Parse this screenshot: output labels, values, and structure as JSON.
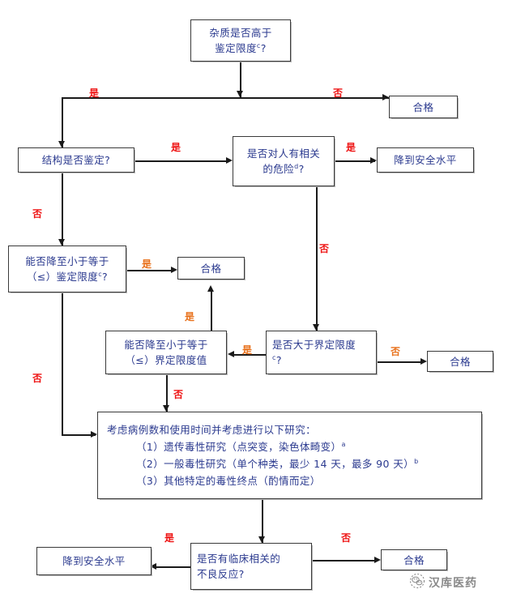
{
  "figure": {
    "type": "flowchart",
    "language": "zh-CN",
    "colors": {
      "box_text": "#2b3a8f",
      "box_border": "#3a3a3a",
      "label_yes": "#ee1111",
      "label_no": "#ee1111",
      "label_alt": "#e8701a",
      "connector": "#1a1a1a",
      "background": "#ffffff"
    }
  },
  "nodes": {
    "n1_impurity_above_id": {
      "line1": "杂质是否高于",
      "line2": "鉴定限度",
      "sup": "c",
      "tail": "?"
    },
    "n2_qualified_top": {
      "text": "合格"
    },
    "n3_structure_identified": {
      "text": "结构是否鉴定?"
    },
    "n4_human_risk": {
      "line1": "是否对人有相关",
      "line2": "的危险",
      "sup": "d",
      "tail": "?"
    },
    "n5_reduce_safe_level_top": {
      "text": "降到安全水平"
    },
    "n6_reduce_below_id": {
      "line1": "能否降至小于等于",
      "line2": "（≤）鉴定限度",
      "sup": "c",
      "tail": "?"
    },
    "n7_qualified_mid": {
      "text": "合格"
    },
    "n8_reduce_below_qual": {
      "line1": "能否降至小于等于",
      "line2": "（≤）界定限度值"
    },
    "n9_above_qual_limit": {
      "line1": "是否大于界定限度",
      "sup": "c",
      "tail": "?"
    },
    "n10_qualified_right": {
      "text": "合格"
    },
    "n11_studies": {
      "line1": "考虑病例数和使用时间并考虑进行以下研究：",
      "line2_pre": "（1）遗传毒性研究（点突变，染色体畸变）",
      "line2_sup": "a",
      "line3_pre": "（2）一般毒性研究（单个种类，最少 14 天，最多 90 天）",
      "line3_sup": "b",
      "line4": "（3）其他特定的毒性终点（酌情而定）"
    },
    "n12_reduce_safe_level_bottom": {
      "text": "降到安全水平"
    },
    "n13_clinical_adverse": {
      "line1": "是否有临床相关的",
      "line2": "不良反应?"
    },
    "n14_qualified_bottom": {
      "text": "合格"
    }
  },
  "edge_labels": {
    "e1_yes_to_structure": {
      "text": "是",
      "color": "red"
    },
    "e2_no_to_qualified": {
      "text": "否",
      "color": "red"
    },
    "e3_yes_to_human_risk": {
      "text": "是",
      "color": "red"
    },
    "e4_yes_to_safe_level": {
      "text": "是",
      "color": "red"
    },
    "e5_no_to_reduce": {
      "text": "否",
      "color": "red"
    },
    "e6_yes_to_qualified": {
      "text": "是",
      "color": "orange"
    },
    "e7_no_down": {
      "text": "否",
      "color": "red"
    },
    "e8_no_human_risk_down": {
      "text": "否",
      "color": "red"
    },
    "e9_yes_left": {
      "text": "是",
      "color": "orange"
    },
    "e10_no_to_qualified": {
      "text": "否",
      "color": "orange"
    },
    "e11_yes_up": {
      "text": "是",
      "color": "orange"
    },
    "e12_no_down": {
      "text": "否",
      "color": "red"
    },
    "e13_yes_to_safe": {
      "text": "是",
      "color": "red"
    },
    "e14_no_to_qualified": {
      "text": "否",
      "color": "red"
    }
  },
  "watermark": {
    "text": "汉库医药",
    "icon": "wechat-icon"
  }
}
